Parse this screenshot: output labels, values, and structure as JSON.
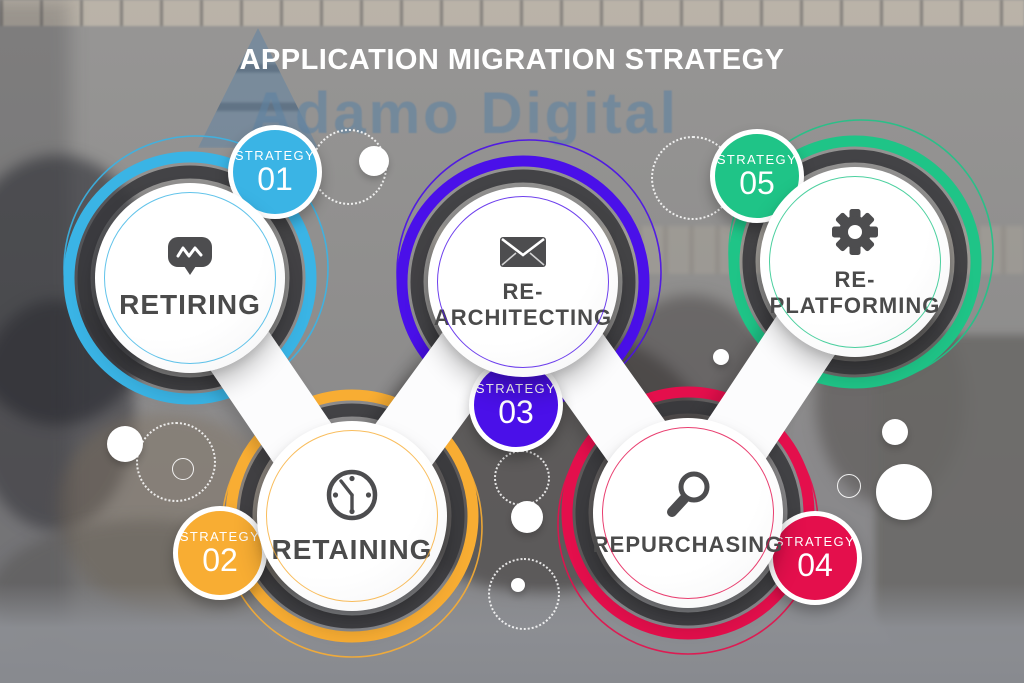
{
  "title": "APPLICATION MIGRATION STRATEGY",
  "background": {
    "sign_text": "Adamo Digital"
  },
  "nodes": [
    {
      "id": "retiring",
      "label": "RETIRING",
      "strategy_label": "STRATEGY",
      "strategy_number": "01",
      "color": "#3ab4e5",
      "icon": "chat-bubble-icon"
    },
    {
      "id": "retaining",
      "label": "RETAINING",
      "strategy_label": "STRATEGY",
      "strategy_number": "02",
      "color": "#f8ad33",
      "icon": "clock-icon"
    },
    {
      "id": "re-architecting",
      "label": "RE-ARCHITECTING",
      "strategy_label": "STRATEGY",
      "strategy_number": "03",
      "color": "#4a10e9",
      "icon": "envelope-icon"
    },
    {
      "id": "repurchasing",
      "label": "REPURCHASING",
      "strategy_label": "STRATEGY",
      "strategy_number": "04",
      "color": "#e40f4c",
      "icon": "magnifier-icon"
    },
    {
      "id": "re-platforming",
      "label": "RE-PLATFORMING",
      "strategy_label": "STRATEGY",
      "strategy_number": "05",
      "color": "#1fc487",
      "icon": "gear-icon"
    }
  ]
}
